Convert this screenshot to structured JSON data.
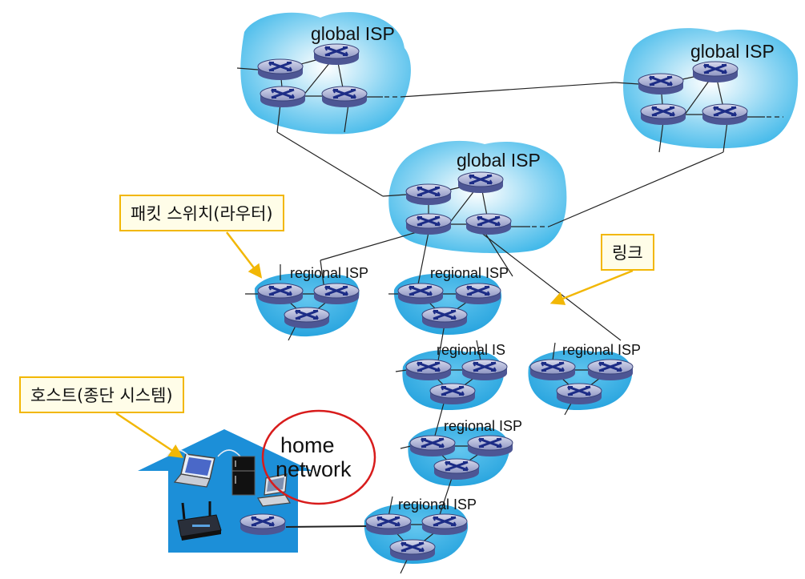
{
  "colors": {
    "cloud": "#35b4e8",
    "router_body": "#aab0d0",
    "router_mark": "#1c2c86",
    "house": "#1c8fd8",
    "callout_border": "#f2b705",
    "callout_fill": "#fffde8",
    "highlight_circle": "#d81c1c",
    "link": "#222222"
  },
  "networks": {
    "global_1": "global ISP",
    "global_2": "global ISP",
    "global_3": "global ISP",
    "regional_1": "regional ISP",
    "regional_2": "regional ISP",
    "regional_3": "regional IS",
    "regional_4": "regional ISP",
    "regional_5": "regional ISP",
    "regional_6": "regional ISP"
  },
  "home": {
    "line1": "home",
    "line2": "network"
  },
  "callouts": {
    "packet_switch": "패킷 스위치(라우터)",
    "link": "링크",
    "host": "호스트(종단 시스템)"
  },
  "icons": [
    "router-icon",
    "laptop-icon",
    "refrigerator-icon",
    "wifi-router-icon",
    "computer-icon",
    "wireless-signal-icon"
  ]
}
